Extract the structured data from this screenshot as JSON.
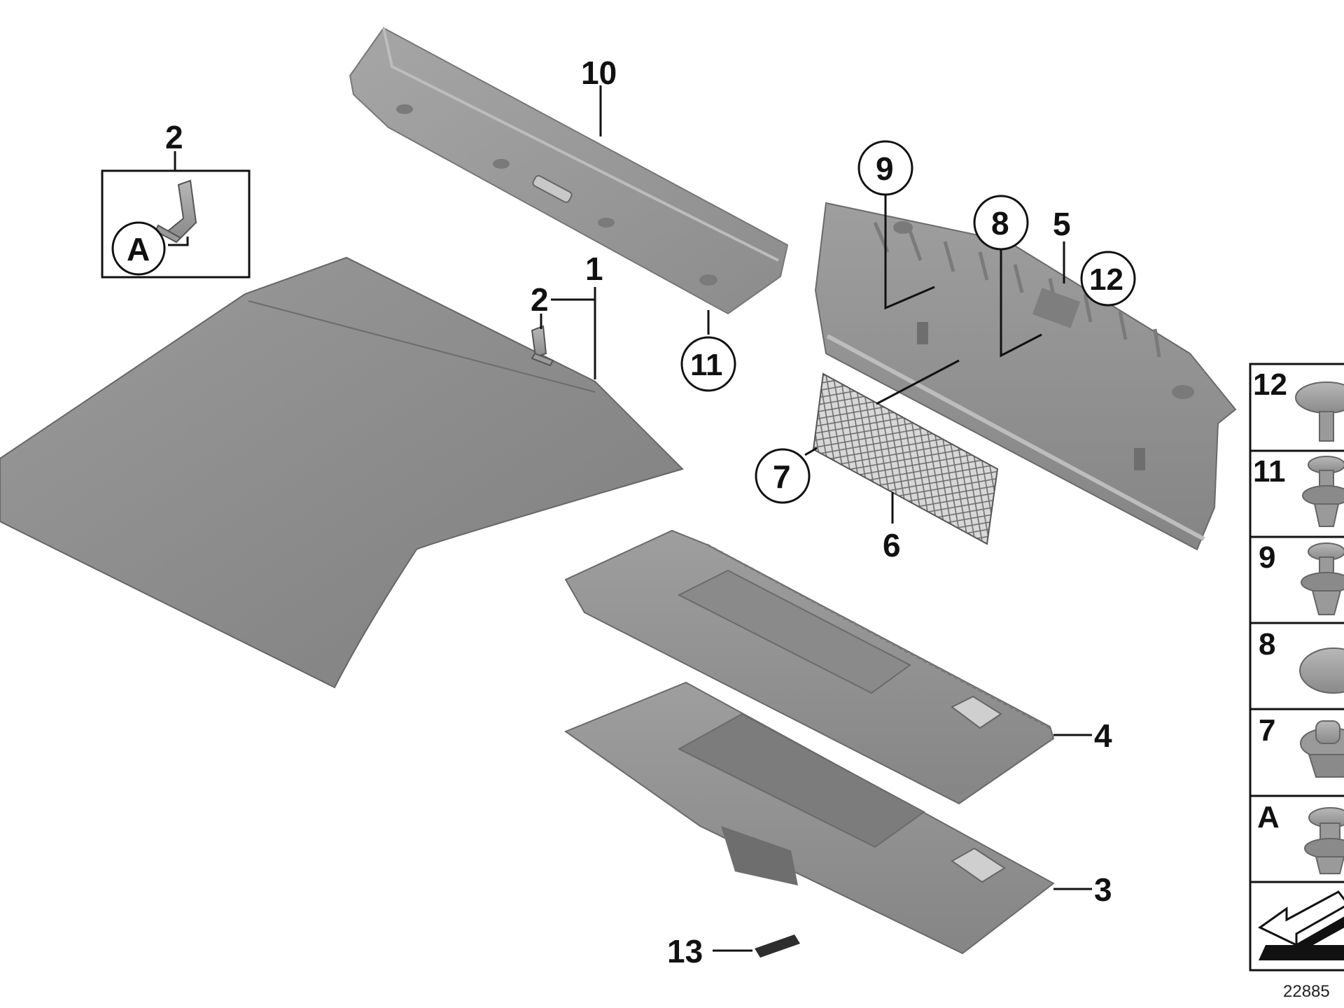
{
  "diagram": {
    "callouts": {
      "c1": "1",
      "c2_box": "2",
      "c2": "2",
      "cA_box": "A",
      "c3": "3",
      "c4": "4",
      "c5": "5",
      "c6": "6",
      "c7": "7",
      "c8": "8",
      "c9": "9",
      "c10": "10",
      "c11": "11",
      "c12": "12",
      "c13": "13"
    },
    "legend": {
      "rows": [
        "12",
        "11",
        "9",
        "8",
        "7",
        "A"
      ]
    },
    "drawing_number": "22885"
  }
}
